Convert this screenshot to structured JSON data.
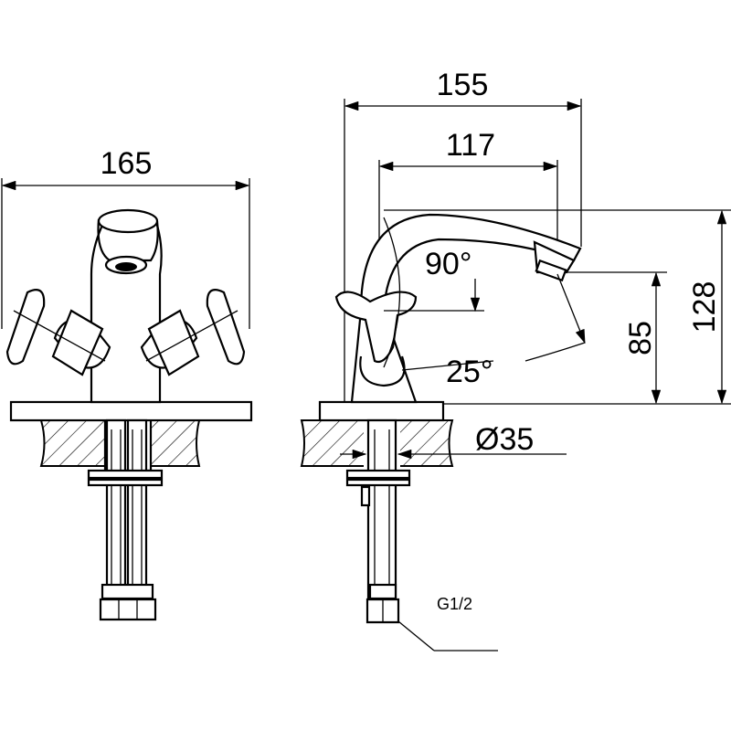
{
  "title": "Faucet dimension drawing",
  "dimensions": {
    "front_width": "165",
    "side_overall_length": "155",
    "spout_reach": "117",
    "spout_angle": "90°",
    "total_height": "128",
    "spout_height": "85",
    "handle_angle": "25°",
    "hole_diameter": "Ø35",
    "thread": "G1/2"
  },
  "colors": {
    "line": "#000000",
    "background": "#ffffff"
  }
}
